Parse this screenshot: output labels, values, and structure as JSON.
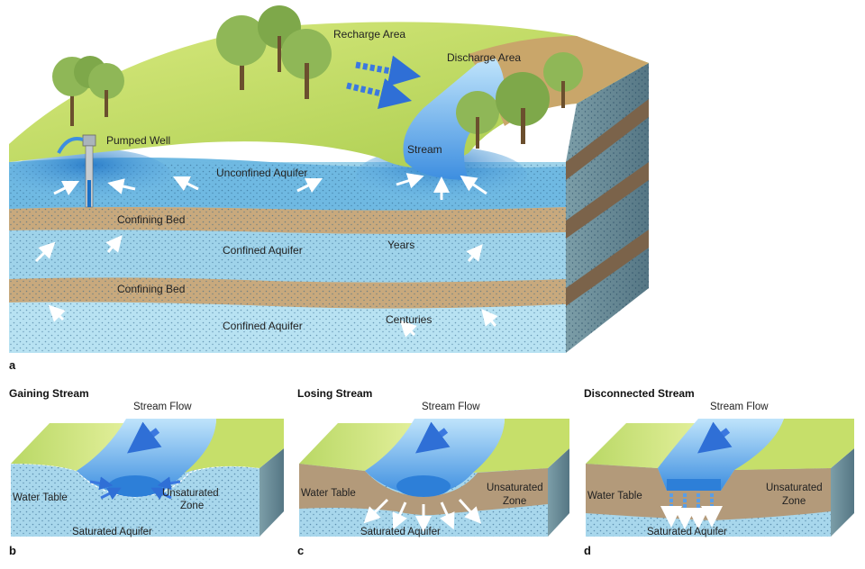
{
  "panel_a": {
    "letter": "a",
    "labels": {
      "recharge": "Recharge Area",
      "discharge": "Discharge Area",
      "well": "Pumped Well",
      "stream": "Stream",
      "unconfined": "Unconfined Aquifer",
      "confining1": "Confining Bed",
      "confined1": "Confined Aquifer",
      "years": "Years",
      "confining2": "Confining Bed",
      "confined2": "Confined Aquifer",
      "centuries": "Centuries"
    }
  },
  "panel_b": {
    "letter": "b",
    "title": "Gaining Stream",
    "flow": "Stream Flow",
    "water_table": "Water Table",
    "unsat_line1": "Unsaturated",
    "unsat_line2": "Zone",
    "saturated": "Saturated Aquifer"
  },
  "panel_c": {
    "letter": "c",
    "title": "Losing Stream",
    "flow": "Stream Flow",
    "water_table": "Water Table",
    "unsat_line1": "Unsaturated",
    "unsat_line2": "Zone",
    "saturated": "Saturated Aquifer"
  },
  "panel_d": {
    "letter": "d",
    "title": "Disconnected Stream",
    "flow": "Stream Flow",
    "water_table": "Water Table",
    "unsat_line1": "Unsaturated",
    "unsat_line2": "Zone",
    "saturated": "Saturated Aquifer"
  },
  "colors": {
    "grass": "#c6df6a",
    "grass_dark": "#8fb33b",
    "aquifer_light": "#9fd3ea",
    "aquifer_dark": "#2e8ad0",
    "confining": "#c8a97d",
    "side_dark": "#6f5a45",
    "stream": "#4d9fe6",
    "arrow": "#2f6fd6",
    "tree": "#8fb757"
  }
}
